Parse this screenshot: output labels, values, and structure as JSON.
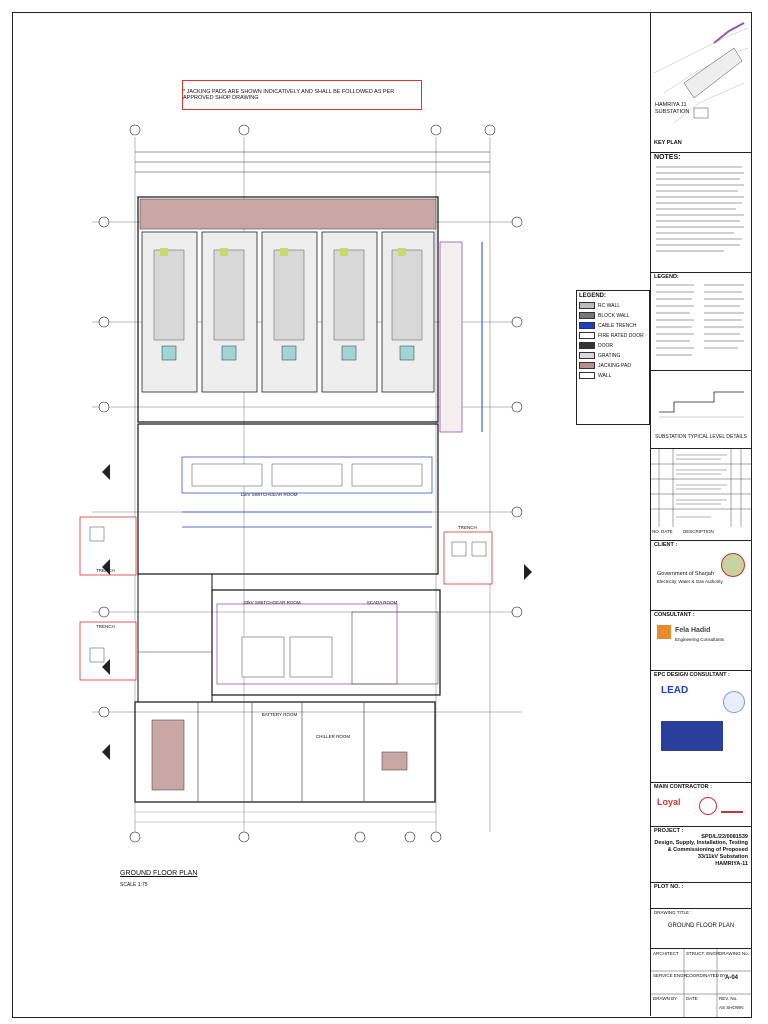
{
  "banner": {
    "text": "* JACKING PADS ARE SHOWN INDICATIVELY AND SHALL BE FOLLOWED AS PER APPROVED SHOP DRAWING"
  },
  "drawing": {
    "plan_title": "GROUND FLOOR PLAN",
    "plan_scale": "SCALE 1:75",
    "rooms": {
      "switchgear_11kv": "11kV SWITCHGEAR ROOM",
      "switchgear_33kv": "33kV SWITCHGEAR ROOM",
      "scada": "SCADA ROOM",
      "battery": "BATTERY ROOM",
      "chiller": "CHILLER ROOM",
      "trench_right": "TRENCH",
      "trench_left_top": "TRENCH",
      "trench_left_bottom": "TRENCH"
    }
  },
  "legend": {
    "title": "LEGEND:",
    "items": [
      {
        "label": "RC WALL",
        "color": "#bbbbbb"
      },
      {
        "label": "BLOCK WALL",
        "color": "#777777"
      },
      {
        "label": "CABLE TRENCH",
        "color": "#1e3fcf"
      },
      {
        "label": "FIRE RATED DOOR",
        "color": "#ffffff"
      },
      {
        "label": "DOOR",
        "color": "#333333"
      },
      {
        "label": "GRATING",
        "color": "#d8d8d8"
      },
      {
        "label": "JACKING PAD",
        "color": "#b98f8a"
      },
      {
        "label": "WALL",
        "color": "#ffffff"
      }
    ]
  },
  "titleblock": {
    "key_plan_label": "KEY PLAN",
    "key_plan_site": "HAMRIYA 11 SUBSTATION",
    "notes_label": "NOTES:",
    "legend_label": "LEGEND:",
    "typical_details": "SUBSTATION TYPICAL LEVEL DETAILS",
    "revision_col_no": "NO.",
    "revision_col_date": "DATE",
    "revision_col_desc": "DESCRIPTION",
    "client_label": "CLIENT :",
    "client_name": "Government of Sharjah",
    "client_sub": "Electricity, Water & Gas Authority",
    "consultant_label": "CONSULTANT :",
    "consultant_name": "Fela Hadid",
    "consultant_sub": "Engineering Consultants",
    "epc_label": "EPC DESIGN CONSULTANT :",
    "epc_name": "LEAD",
    "main_contractor_label": "MAIN CONTRACTOR :",
    "main_contractor_name": "Loyal",
    "project_label": "PROJECT :",
    "project_no": "SPD/L/22/0081539",
    "project_desc": "Design, Supply, Installation, Testing & Commissioning of Proposed 33/11kV Substation",
    "project_site": "HAMRIYA-11",
    "plot_label": "PLOT NO. :",
    "drawing_title_label": "DRAWING TITLE :",
    "drawing_title": "GROUND FLOOR PLAN",
    "architect_label": "ARCHITECT",
    "struct_label": "STRUCT. ENGR.",
    "drawing_no_label": "DRAWING No.",
    "service_label": "SERVICE ENGR.",
    "coordinated_label": "COORDINATED BY",
    "drawing_no": "A-04",
    "drawn_label": "DRAWN BY",
    "date_label": "DATE",
    "rev_label": "REV. No.",
    "scale_value": "AS SHOWN"
  }
}
